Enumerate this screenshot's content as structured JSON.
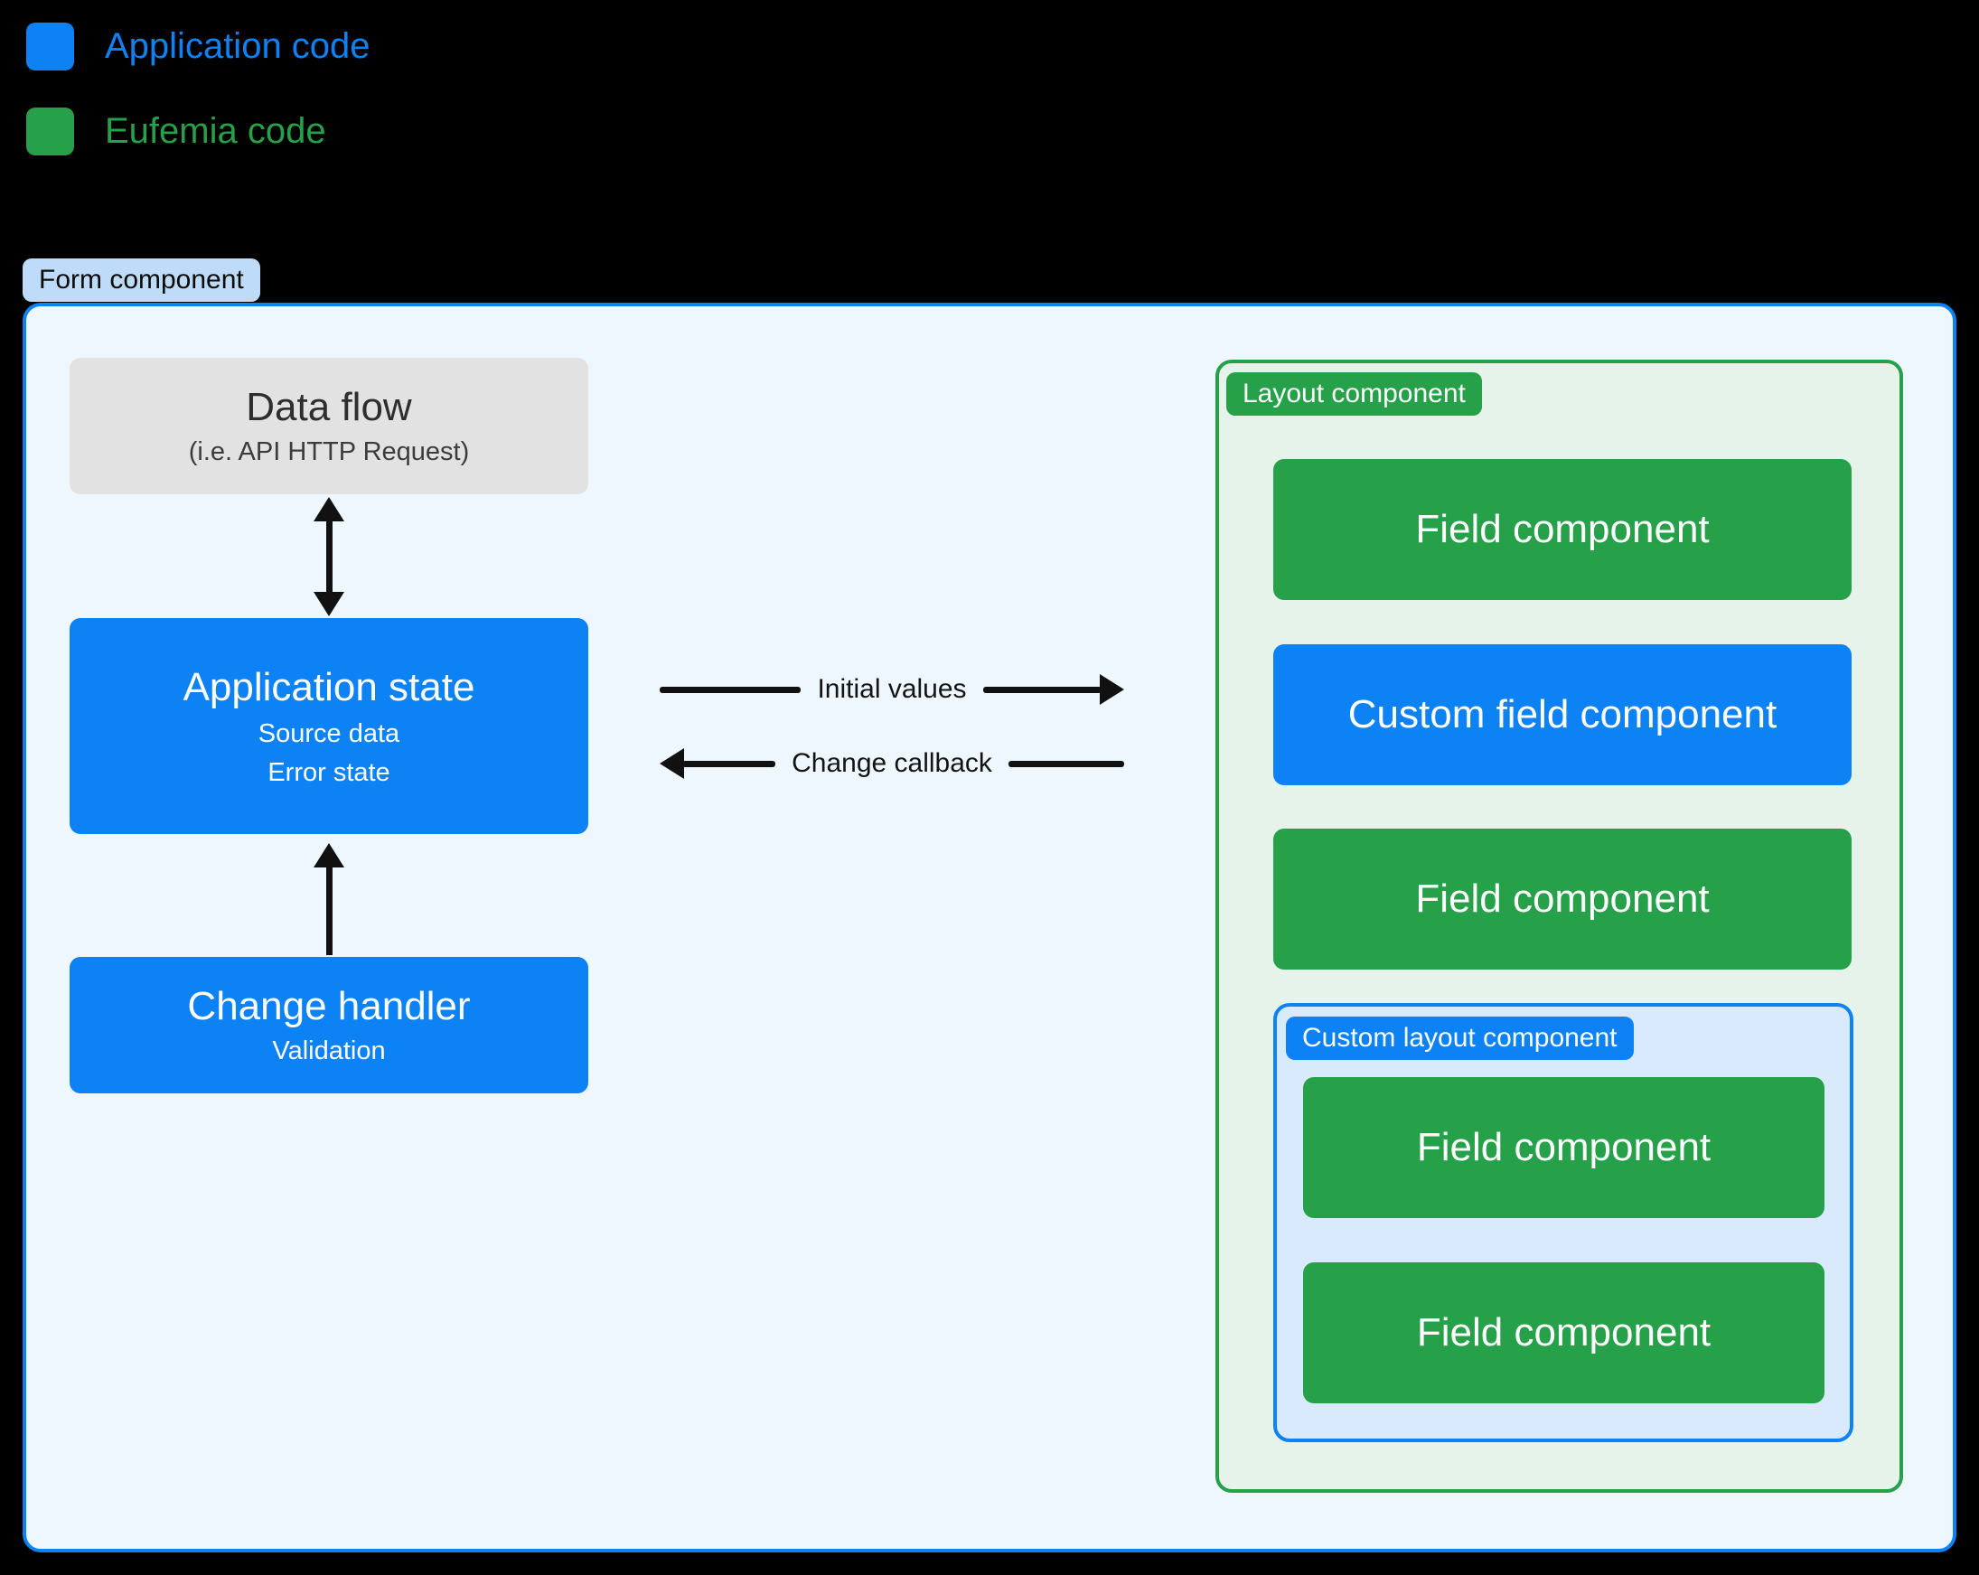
{
  "legend": {
    "items": [
      {
        "label": "Application code",
        "color": "#0d82f4"
      },
      {
        "label": "Eufemia code",
        "color": "#26a049"
      }
    ]
  },
  "form": {
    "badge": "Form component",
    "data_flow": {
      "title": "Data flow",
      "subtitle": "(i.e. API HTTP Request)"
    },
    "application_state": {
      "title": "Application state",
      "line1": "Source data",
      "line2": "Error state"
    },
    "change_handler": {
      "title": "Change handler",
      "line1": "Validation"
    },
    "arrows": {
      "initial_values": "Initial values",
      "change_callback": "Change callback"
    },
    "layout": {
      "badge": "Layout component",
      "field_top": "Field component",
      "custom_field": "Custom field component",
      "field_middle": "Field component",
      "custom_layout": {
        "badge": "Custom layout component",
        "field_1": "Field component",
        "field_2": "Field component"
      }
    }
  },
  "colors": {
    "canvas_black": "#000000",
    "app_blue": "#0d82f4",
    "eufemia_green": "#26a049",
    "form_bg": "#eef7fd",
    "layout_bg": "#e6f3ea",
    "custom_layout_bg": "#d9eafc",
    "form_badge_bg": "#bedcf9",
    "gray_box_bg": "#e3e2e2",
    "arrow_color": "#111111"
  }
}
